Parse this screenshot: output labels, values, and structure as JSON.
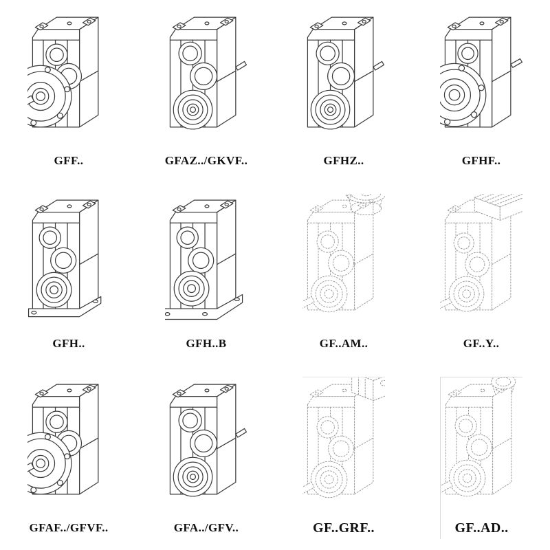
{
  "style": {
    "background": "#ffffff",
    "line_color": "#3a3a3a",
    "ghost_line_color": "#9a9a9a",
    "label_color": "#101010"
  },
  "cells": [
    {
      "label": "GFF..",
      "drawing": "flange-mounted-gearbox-with-shaft"
    },
    {
      "label": "GFAZ../GKVF..",
      "drawing": "hollow-shaft-gearbox"
    },
    {
      "label": "GFHZ..",
      "drawing": "hollow-shaft-gearbox"
    },
    {
      "label": "GFHF..",
      "drawing": "flange-mounted-hollow-gearbox"
    },
    {
      "label": "GFH..",
      "drawing": "foot-mounted-gearbox"
    },
    {
      "label": "GFH..B",
      "drawing": "foot-mounted-gearbox-with-base"
    },
    {
      "label": "GF..AM..",
      "drawing": "gearbox-with-motor-adapter-flange"
    },
    {
      "label": "GF..Y..",
      "drawing": "gearbox-with-mounted-motor"
    },
    {
      "label": "GFAF../GFVF..",
      "drawing": "flange-mounted-gearbox-with-shaft"
    },
    {
      "label": "GFA../GFV..",
      "drawing": "hollow-shaft-gearbox"
    },
    {
      "label": "GF..GRF..",
      "drawing": "gearbox-with-grf-adapter-box"
    },
    {
      "label": "GF..AD..",
      "drawing": "gearbox-with-input-shaft-adapter"
    }
  ]
}
